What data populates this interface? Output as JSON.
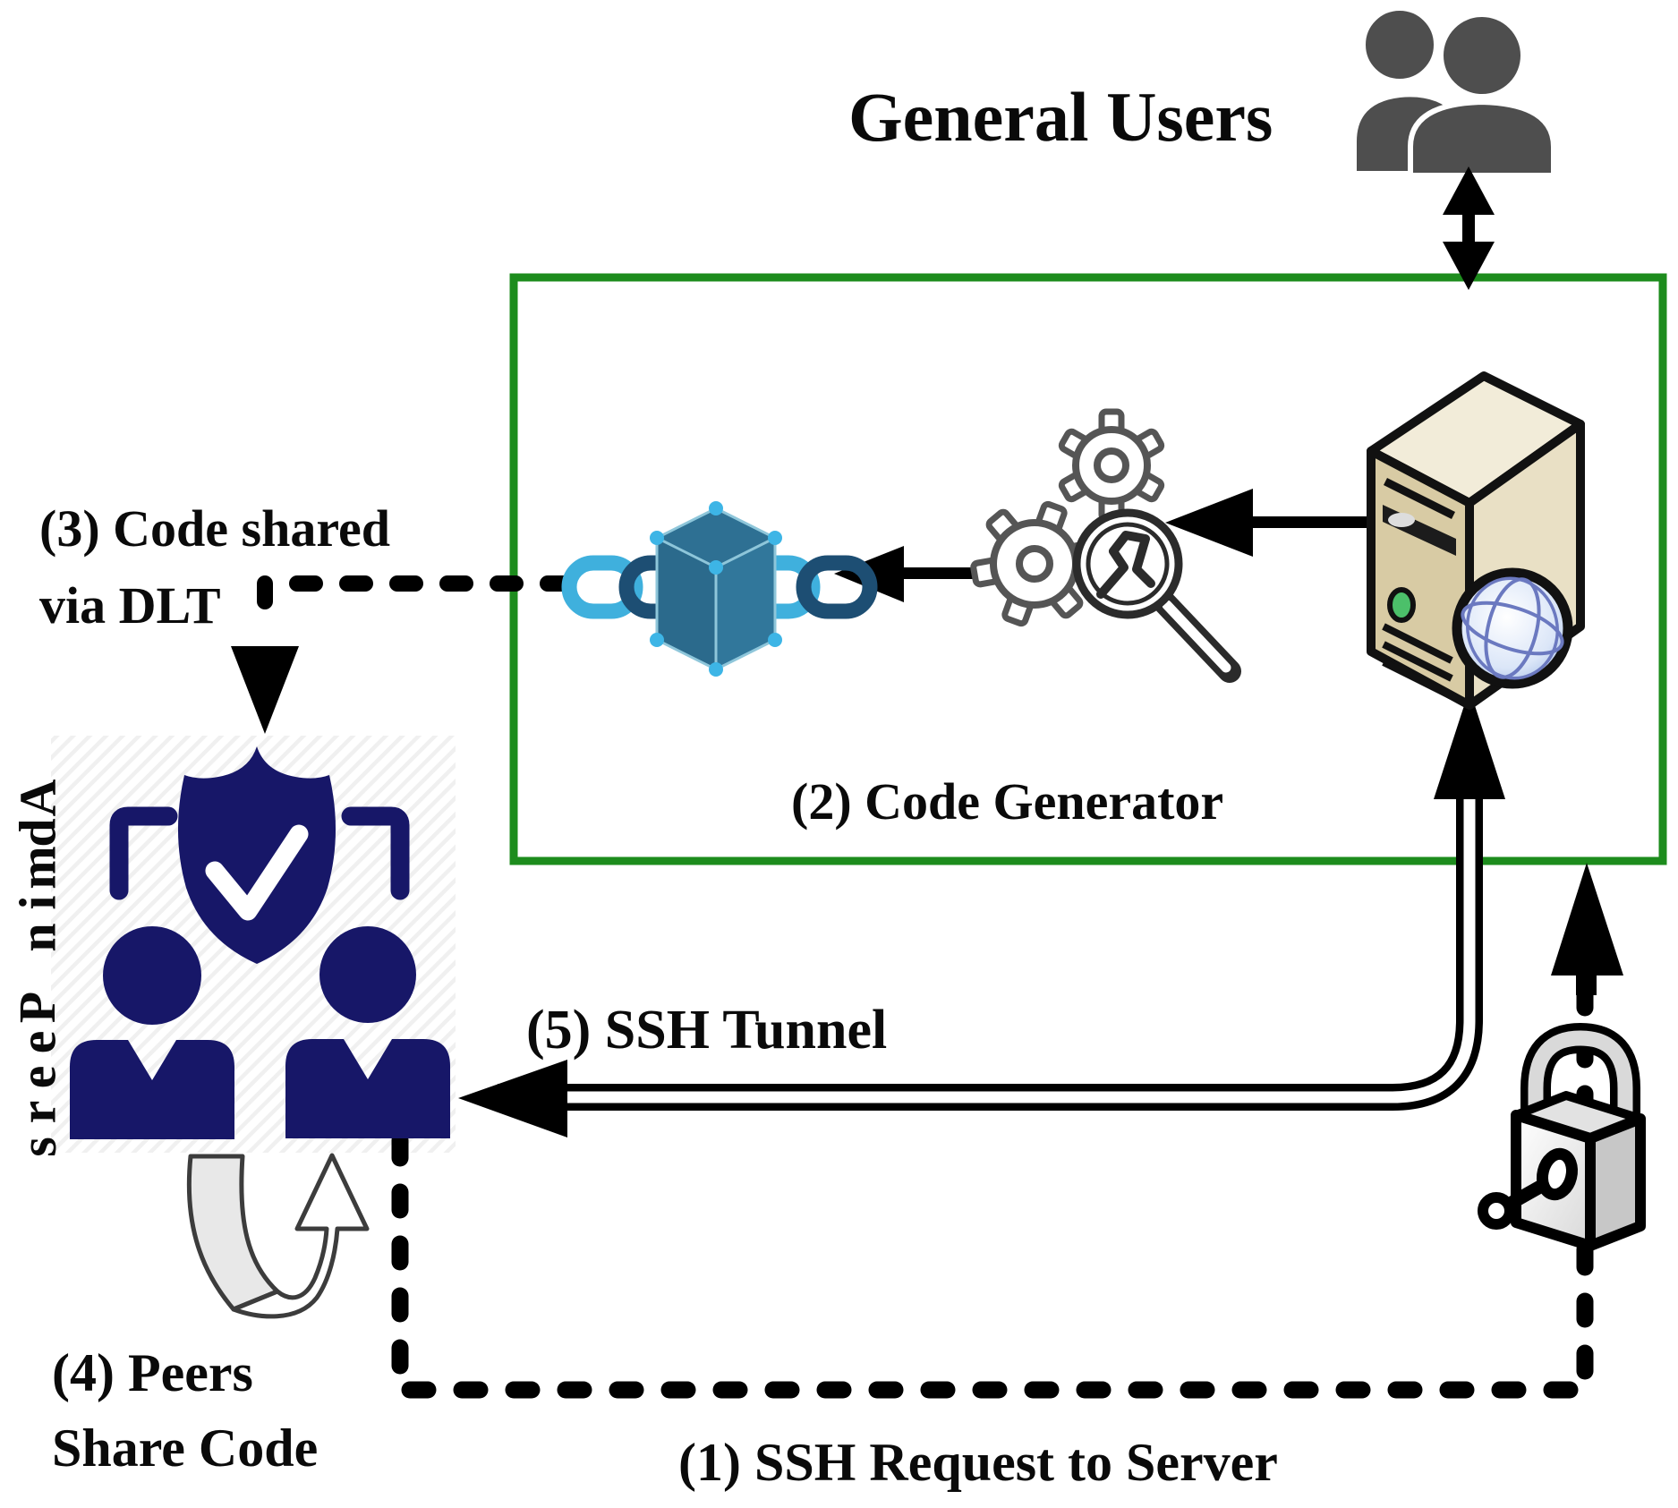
{
  "figure": {
    "description": "SSH one-time-code architecture diagram",
    "labels": {
      "general_users": "General Users",
      "admin_peers": "Admin Peers",
      "step1": "(1) SSH Request to Server",
      "step2": "(2) Code Generator",
      "step3_line1": "(3) Code shared",
      "step3_line2": "via DLT",
      "step4_line1": "(4) Peers",
      "step4_line2": "Share Code",
      "step5": "(5) SSH Tunnel"
    },
    "icons": {
      "general_users": "two-person silhouette",
      "server": "server tower with globe",
      "code_generator": "two gears with magnifier and wrench",
      "blockchain": "cube with chain links (DLT)",
      "admin_peers": "verified shield with two people",
      "peers_share": "curved u-turn arrow",
      "ssh_lock": "padlock with key"
    }
  },
  "colors": {
    "green_box": "#1d8c1d",
    "navy": "#171768",
    "user_gray": "#4e4e4e",
    "chain_light": "#3fb0dd",
    "chain_dark": "#1d4e73",
    "cube_blue": "#2e7093",
    "node_blue": "#3db5e6",
    "server_tan": "#d8cba4",
    "line_black": "#000000"
  }
}
